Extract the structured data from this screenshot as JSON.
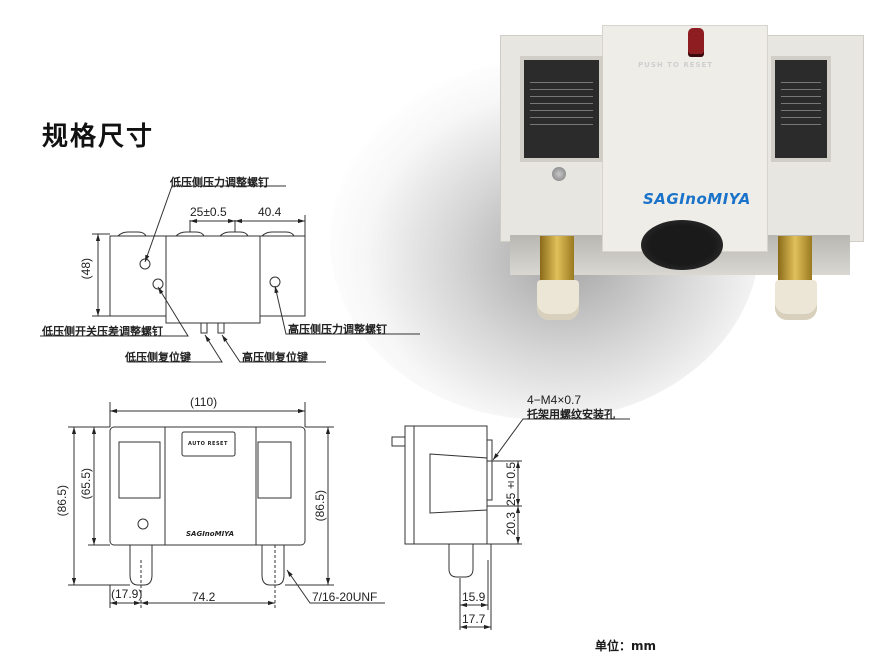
{
  "page": {
    "title": "规格尺寸",
    "unit_label": "单位：mm"
  },
  "top_view": {
    "labels": {
      "low_pressure_adjust_screw": "低压侧压力调整螺钉",
      "low_pressure_diff_screw": "低压侧开关压差调整螺钉",
      "low_reset_key": "低压侧复位键",
      "high_reset_key": "高压侧复位键",
      "high_pressure_adjust_screw": "高压侧压力调整螺钉"
    },
    "dims": {
      "spacing": "25±0.5",
      "right_width": "40.4",
      "height": "(48)"
    }
  },
  "front_view": {
    "dims": {
      "width": "(110)",
      "height_left_outer": "(86.5)",
      "height_left_inner": "(65.5)",
      "height_right": "(86.5)",
      "offset_left": "(17.9)",
      "port_spacing": "74.2",
      "thread": "7/16-20UNF"
    },
    "panel_text": "AUTO RESET",
    "brand": "SAGInoMIYA"
  },
  "side_view": {
    "callout_line1": "4−M4×0.7",
    "callout_line2": "托架用螺纹安装孔",
    "dims": {
      "hole_spacing": "25±0.5",
      "bottom_offset": "20.3",
      "depth_inner": "15.9",
      "depth_outer": "17.7"
    }
  },
  "product_photo": {
    "brand": "SAGInoMIYA",
    "button_text": "PUSH TO RESET",
    "colors": {
      "body": "#e9e7e1",
      "button": "#8e1d22",
      "brass": "#c9a23a",
      "cap": "#ece6d6",
      "brand": "#1a73c9"
    }
  }
}
